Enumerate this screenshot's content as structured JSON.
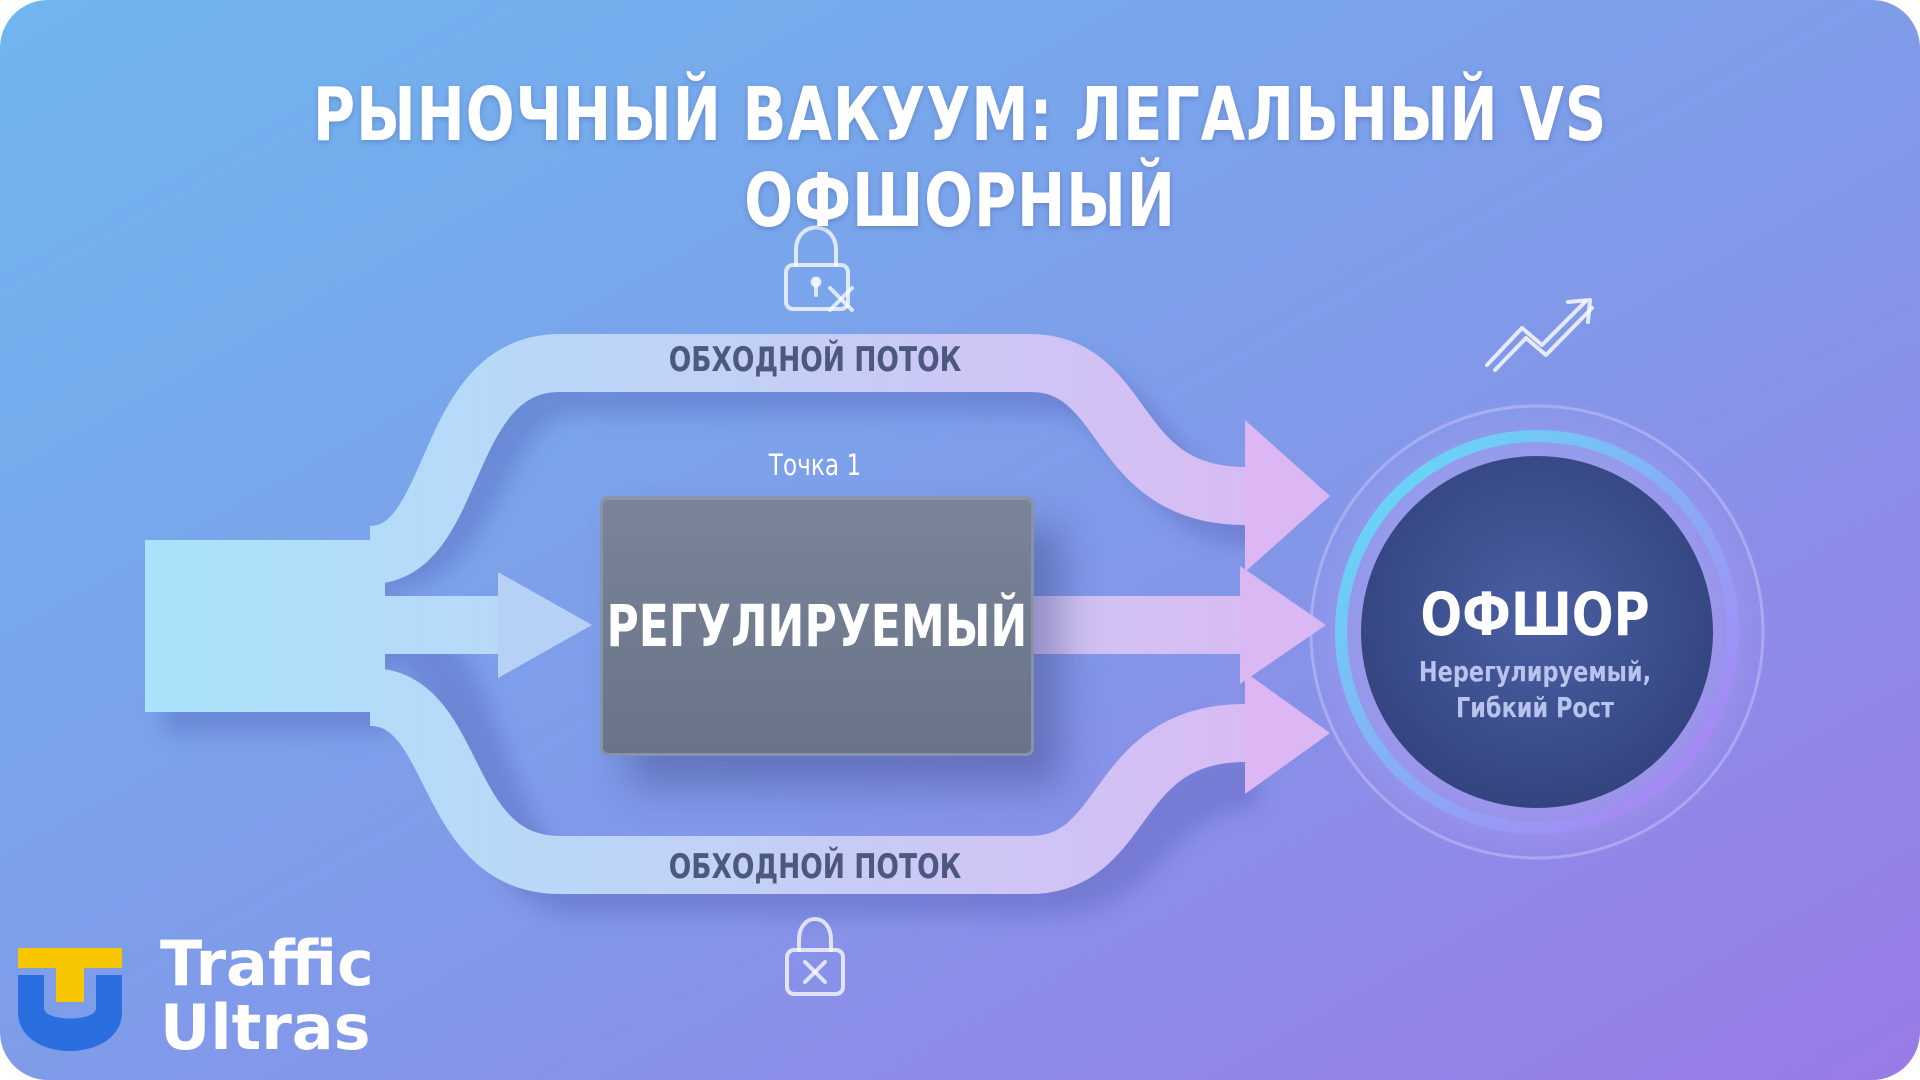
{
  "title": "РЫНОЧНЫЙ ВАКУУМ: ЛЕГАЛЬНЫЙ VS ОФШОРНЫЙ",
  "diagram": {
    "top_flow_label": "ОБХОДНОЙ ПОТОК",
    "bottom_flow_label": "ОБХОДНОЙ ПОТОК",
    "point_label": "Точка 1",
    "regulated_label": "РЕГУЛИРУЕМЫЙ",
    "offshore": {
      "title": "ОФШОР",
      "subtitle_line1": "Нерегулируемый,",
      "subtitle_line2": "Гибкий Рост"
    },
    "icons": [
      "lock-blocked-icon",
      "lock-closed-icon",
      "trend-up-icon"
    ]
  },
  "brand": {
    "line1": "Traffic",
    "line2": "Ultras"
  },
  "colors": {
    "background_start": "#6fb6ef",
    "background_end": "#9a7ae6",
    "flow": "#c3d9f7",
    "flow_end": "#d9b8f4",
    "box": "#727c91",
    "offshore_circle": "#3b4f92",
    "logo_yellow": "#f7c600",
    "logo_blue": "#2b6ee0"
  }
}
